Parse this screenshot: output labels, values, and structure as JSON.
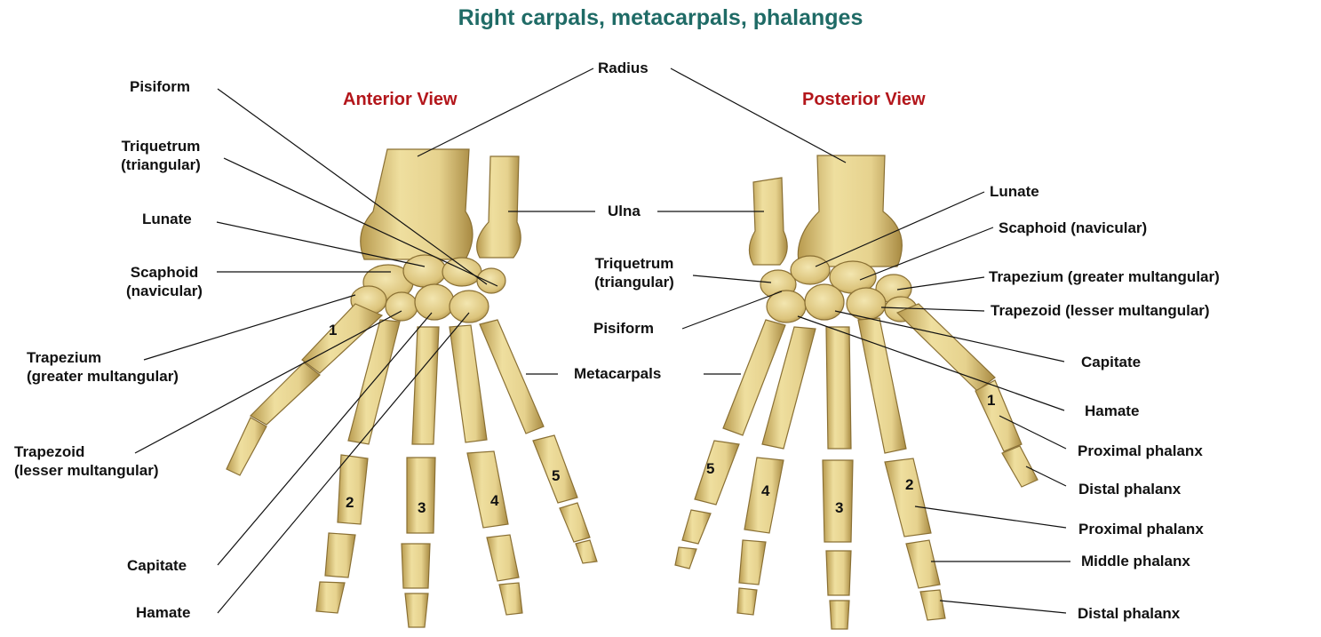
{
  "title": "Right carpals, metacarpals, phalanges",
  "colors": {
    "title": "#1f6b66",
    "view_heading": "#b3161b",
    "bone": "#e6d28e",
    "bone_shadow": "#b89a4e",
    "leader": "#111111"
  },
  "views": {
    "anterior": "Anterior View",
    "posterior": "Posterior View"
  },
  "center_labels": {
    "radius": "Radius",
    "ulna": "Ulna",
    "metacarpals": "Metacarpals"
  },
  "anterior": {
    "pisiform": "Pisiform",
    "triquetrum": [
      "Triquetrum",
      "(triangular)"
    ],
    "lunate": "Lunate",
    "scaphoid": [
      "Scaphoid",
      "(navicular)"
    ],
    "trapezium": [
      "Trapezium",
      "(greater multangular)"
    ],
    "trapezoid": [
      "Trapezoid",
      "(lesser multangular)"
    ],
    "capitate": "Capitate",
    "hamate": "Hamate",
    "digits": [
      "1",
      "2",
      "3",
      "4",
      "5"
    ]
  },
  "posterior": {
    "lunate": "Lunate",
    "scaphoid": "Scaphoid (navicular)",
    "trapezium": "Trapezium (greater multangular)",
    "trapezoid": "Trapezoid (lesser multangular)",
    "triquetrum": [
      "Triquetrum",
      "(triangular)"
    ],
    "pisiform": "Pisiform",
    "capitate": "Capitate",
    "hamate": "Hamate",
    "proximal_phalanx_1": "Proximal phalanx",
    "distal_phalanx_1": "Distal phalanx",
    "proximal_phalanx_2": "Proximal phalanx",
    "middle_phalanx": "Middle phalanx",
    "distal_phalanx_2": "Distal phalanx",
    "digits": [
      "1",
      "2",
      "3",
      "4",
      "5"
    ]
  }
}
